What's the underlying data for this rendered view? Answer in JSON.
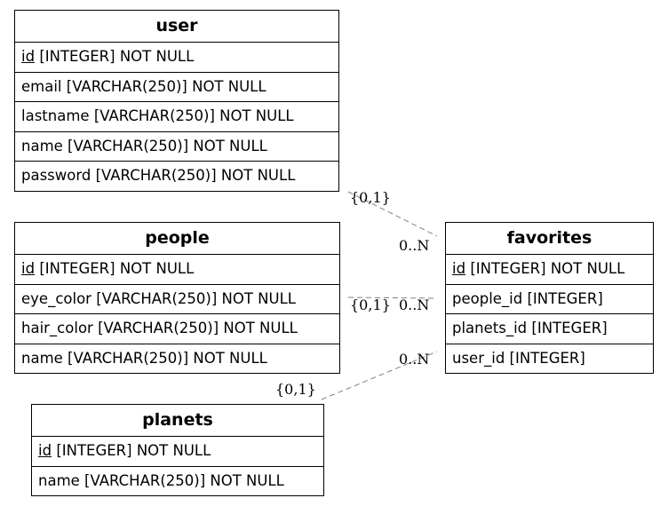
{
  "entities": {
    "user": {
      "title": "user",
      "attrs": [
        {
          "name": "id",
          "type": "[INTEGER] NOT NULL",
          "pk": true
        },
        {
          "name": "email",
          "type": "[VARCHAR(250)] NOT NULL",
          "pk": false
        },
        {
          "name": "lastname",
          "type": "[VARCHAR(250)] NOT NULL",
          "pk": false
        },
        {
          "name": "name",
          "type": "[VARCHAR(250)] NOT NULL",
          "pk": false
        },
        {
          "name": "password",
          "type": "[VARCHAR(250)] NOT NULL",
          "pk": false
        }
      ]
    },
    "people": {
      "title": "people",
      "attrs": [
        {
          "name": "id",
          "type": "[INTEGER] NOT NULL",
          "pk": true
        },
        {
          "name": "eye_color",
          "type": "[VARCHAR(250)] NOT NULL",
          "pk": false
        },
        {
          "name": "hair_color",
          "type": "[VARCHAR(250)] NOT NULL",
          "pk": false
        },
        {
          "name": "name",
          "type": "[VARCHAR(250)] NOT NULL",
          "pk": false
        }
      ]
    },
    "planets": {
      "title": "planets",
      "attrs": [
        {
          "name": "id",
          "type": "[INTEGER] NOT NULL",
          "pk": true
        },
        {
          "name": "name",
          "type": "[VARCHAR(250)] NOT NULL",
          "pk": false
        }
      ]
    },
    "favorites": {
      "title": "favorites",
      "attrs": [
        {
          "name": "id",
          "type": "[INTEGER] NOT NULL",
          "pk": true
        },
        {
          "name": "people_id",
          "type": "[INTEGER]",
          "pk": false
        },
        {
          "name": "planets_id",
          "type": "[INTEGER]",
          "pk": false
        },
        {
          "name": "user_id",
          "type": "[INTEGER]",
          "pk": false
        }
      ]
    }
  },
  "relationships": [
    {
      "from": "user",
      "to": "favorites",
      "from_card": "{0,1}",
      "to_card": "0..N"
    },
    {
      "from": "people",
      "to": "favorites",
      "from_card": "{0,1}",
      "to_card": "0..N"
    },
    {
      "from": "planets",
      "to": "favorites",
      "from_card": "{0,1}",
      "to_card": "0..N"
    }
  ],
  "colors": {
    "line": "#808080",
    "border": "#000000"
  }
}
